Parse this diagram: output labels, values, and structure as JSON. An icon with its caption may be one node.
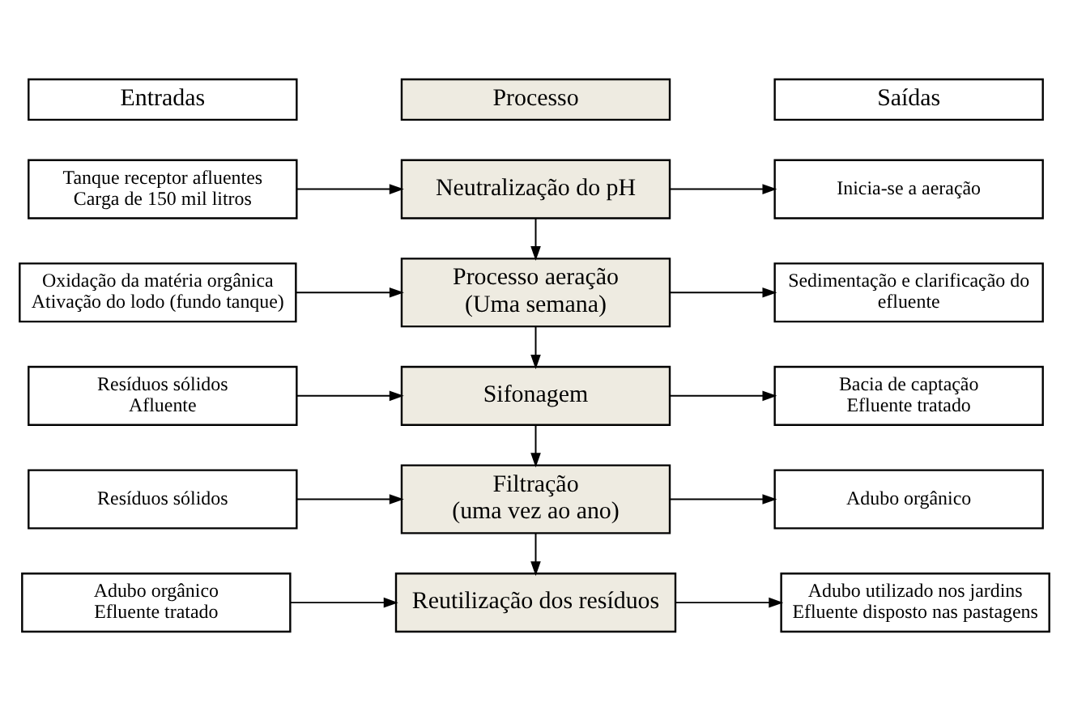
{
  "diagram": {
    "nodes": [
      {
        "text": [
          "Entradas"
        ]
      },
      {
        "text": [
          "Processo"
        ]
      },
      {
        "text": [
          "Saídas"
        ]
      },
      {
        "text": [
          "Tanque receptor afluentes",
          "Carga de 150 mil litros"
        ]
      },
      {
        "text": [
          "Neutralização do pH"
        ]
      },
      {
        "text": [
          "Inicia-se a aeração"
        ]
      },
      {
        "text": [
          "Oxidação da matéria orgânica",
          "Ativação do lodo (fundo tanque)"
        ]
      },
      {
        "text": [
          "Processo aeração",
          "(Uma semana)"
        ]
      },
      {
        "text": [
          "Sedimentação e clarificação do efluente"
        ]
      },
      {
        "text": [
          "Resíduos sólidos",
          "Afluente"
        ]
      },
      {
        "text": [
          "Sifonagem"
        ]
      },
      {
        "text": [
          "Bacia de captação",
          "Efluente tratado"
        ]
      },
      {
        "text": [
          "Resíduos sólidos"
        ]
      },
      {
        "text": [
          "Filtração",
          "(uma vez ao ano)"
        ]
      },
      {
        "text": [
          "Adubo orgânico"
        ]
      },
      {
        "text": [
          "Adubo orgânico",
          "Efluente tratado"
        ]
      },
      {
        "text": [
          "Reutilização dos resíduos"
        ]
      },
      {
        "text": [
          "Adubo utilizado nos jardins",
          "Efluente disposto nas pastagens"
        ]
      }
    ],
    "edges": [
      {
        "from": 3,
        "to": 4,
        "arrow": "to"
      },
      {
        "from": 4,
        "to": 5,
        "arrow": "to"
      },
      {
        "from": 4,
        "to": 7,
        "arrow": "to"
      },
      {
        "from": 6,
        "to": 7,
        "arrow": "to"
      },
      {
        "from": 7,
        "to": 8,
        "arrow": "to"
      },
      {
        "from": 7,
        "to": 10,
        "arrow": "to"
      },
      {
        "from": 9,
        "to": 10,
        "arrow": "to"
      },
      {
        "from": 10,
        "to": 11,
        "arrow": "to"
      },
      {
        "from": 10,
        "to": 13,
        "arrow": "to"
      },
      {
        "from": 12,
        "to": 13,
        "arrow": "to"
      },
      {
        "from": 13,
        "to": 14,
        "arrow": "to"
      },
      {
        "from": 13,
        "to": 16,
        "arrow": "to"
      },
      {
        "from": 15,
        "to": 16,
        "arrow": "to"
      },
      {
        "from": 16,
        "to": 17,
        "arrow": "to"
      }
    ]
  }
}
